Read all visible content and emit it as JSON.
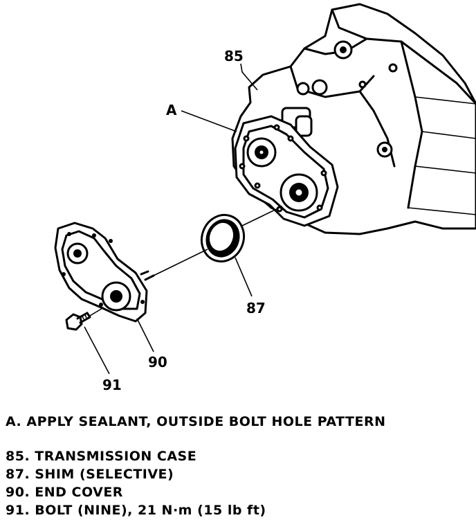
{
  "callouts": {
    "c85": "85",
    "cA": "A",
    "c87": "87",
    "c90": "90",
    "c91": "91"
  },
  "legend": {
    "note": "A. APPLY SEALANT, OUTSIDE BOLT HOLE PATTERN",
    "items": [
      "85. TRANSMISSION CASE",
      "87. SHIM (SELECTIVE)",
      "90. END COVER",
      "91. BOLT (NINE), 21 N·m (15 lb ft)"
    ]
  }
}
